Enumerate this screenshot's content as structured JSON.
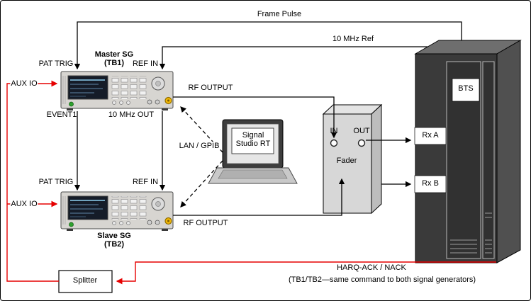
{
  "diagram": {
    "top": {
      "frame_pulse": "Frame Pulse",
      "ref_10mhz": "10 MHz Ref"
    },
    "master_sg": {
      "name": "Master SG",
      "unit": "(TB1)",
      "pat_trig": "PAT TRIG",
      "ref_in": "REF IN",
      "aux_io": "AUX IO",
      "event1": "EVENT1",
      "mhz_out": "10 MHz OUT",
      "rf_output": "RF OUTPUT"
    },
    "slave_sg": {
      "name": "Slave SG",
      "unit": "(TB2)",
      "pat_trig": "PAT TRIG",
      "ref_in": "REF IN",
      "aux_io": "AUX IO",
      "rf_output": "RF OUTPUT"
    },
    "pc": {
      "screen_line1": "Signal",
      "screen_line2": "Studio RT",
      "bus": "LAN / GPIB"
    },
    "fader": {
      "name": "Fader",
      "in_port": "IN",
      "out_port": "OUT"
    },
    "bts": {
      "name": "BTS",
      "rx_a": "Rx A",
      "rx_b": "Rx B"
    },
    "splitter": {
      "name": "Splitter"
    },
    "feedback": {
      "harq": "HARQ-ACK / NACK",
      "note": "(TB1/TB2—same command to both signal generators)"
    }
  },
  "colors": {
    "signal_line": "#000000",
    "feedback_line": "#e60000",
    "rf_connector": "#f2b705",
    "rack_body": "#3a3a3a"
  }
}
